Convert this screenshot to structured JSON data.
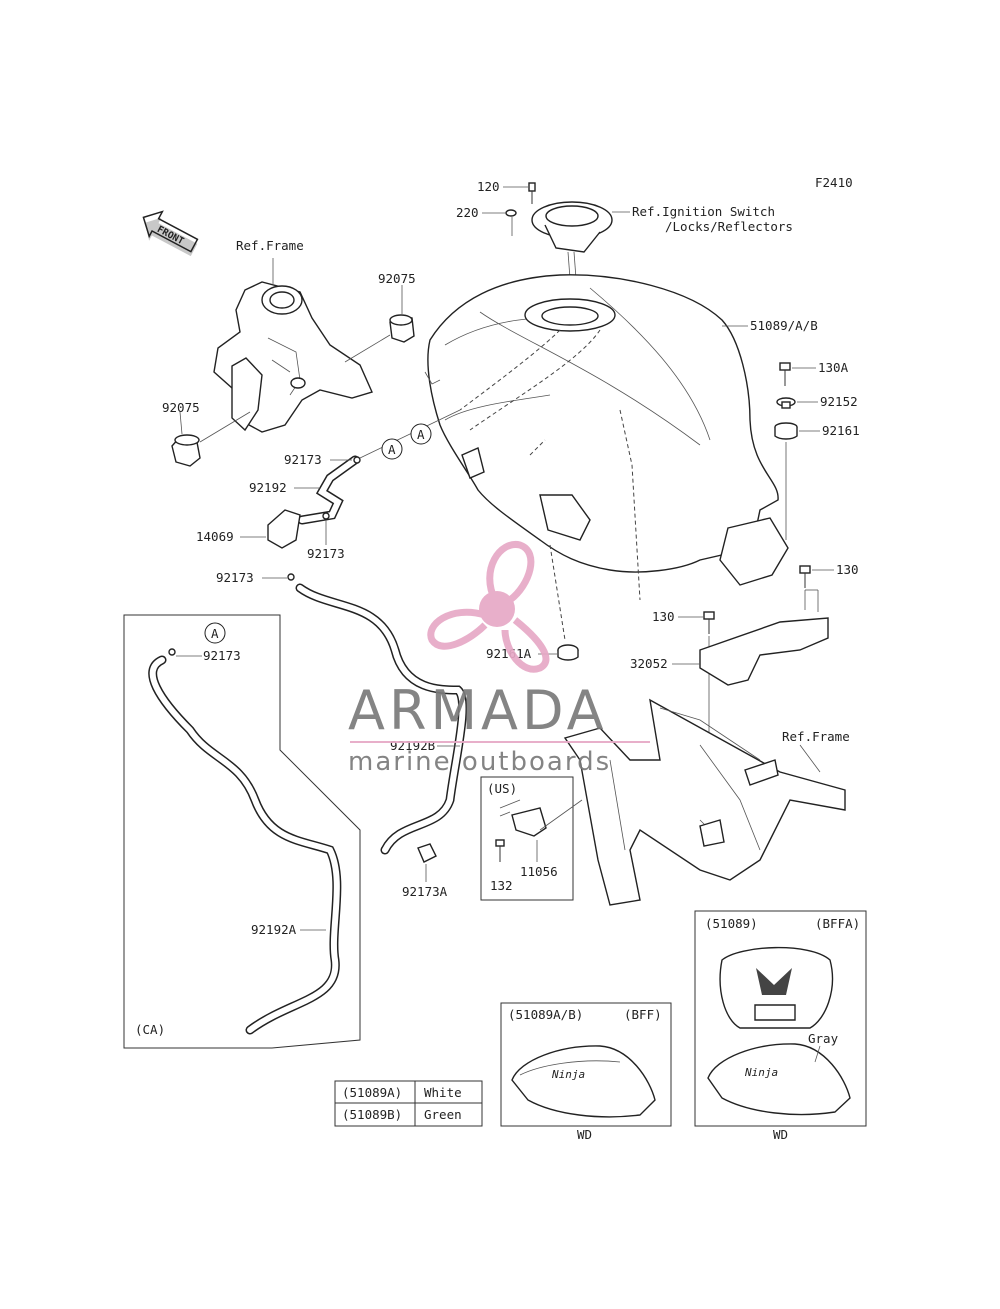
{
  "diagram": {
    "code": "F2410",
    "front_label": "FRONT",
    "ref_labels": {
      "frame_top": "Ref.Frame",
      "frame_right": "Ref.Frame",
      "ignition_1": "Ref.Ignition Switch",
      "ignition_2": "/Locks/Reflectors"
    },
    "parts": {
      "p120": "120",
      "p220": "220",
      "p51089": "51089/A/B",
      "p92075a": "92075",
      "p92075b": "92075",
      "p130a": "130A",
      "p92152": "92152",
      "p92161": "92161",
      "p92173a": "92173",
      "p92192": "92192",
      "p14069": "14069",
      "p92173b": "92173",
      "p92173c": "92173",
      "p92173d": "92173",
      "p130b": "130",
      "p130c": "130",
      "p92161a": "92161A",
      "p32052": "32052",
      "p92192b": "92192B",
      "p11056": "11056",
      "p132": "132",
      "p92173A": "92173A",
      "p92192A": "92192A"
    },
    "markers": {
      "a1": "A",
      "a2": "A",
      "a3": "A"
    },
    "boxes": {
      "us": "(US)",
      "ca": "(CA)",
      "bff_code": "(51089A/B)",
      "bff_tag": "(BFF)",
      "bff_wd": "WD",
      "bffa_code": "(51089)",
      "bffa_tag": "(BFFA)",
      "bffa_wd": "WD",
      "gray": "Gray"
    },
    "color_table": [
      {
        "code": "(51089A)",
        "color": "White"
      },
      {
        "code": "(51089B)",
        "color": "Green"
      }
    ],
    "tank_logo": "Ninja"
  },
  "watermark": {
    "brand": "ARMADA",
    "tagline": "marine outboards",
    "colors": {
      "pink": "#e7a9c6",
      "gray": "#7a7a7a"
    }
  }
}
